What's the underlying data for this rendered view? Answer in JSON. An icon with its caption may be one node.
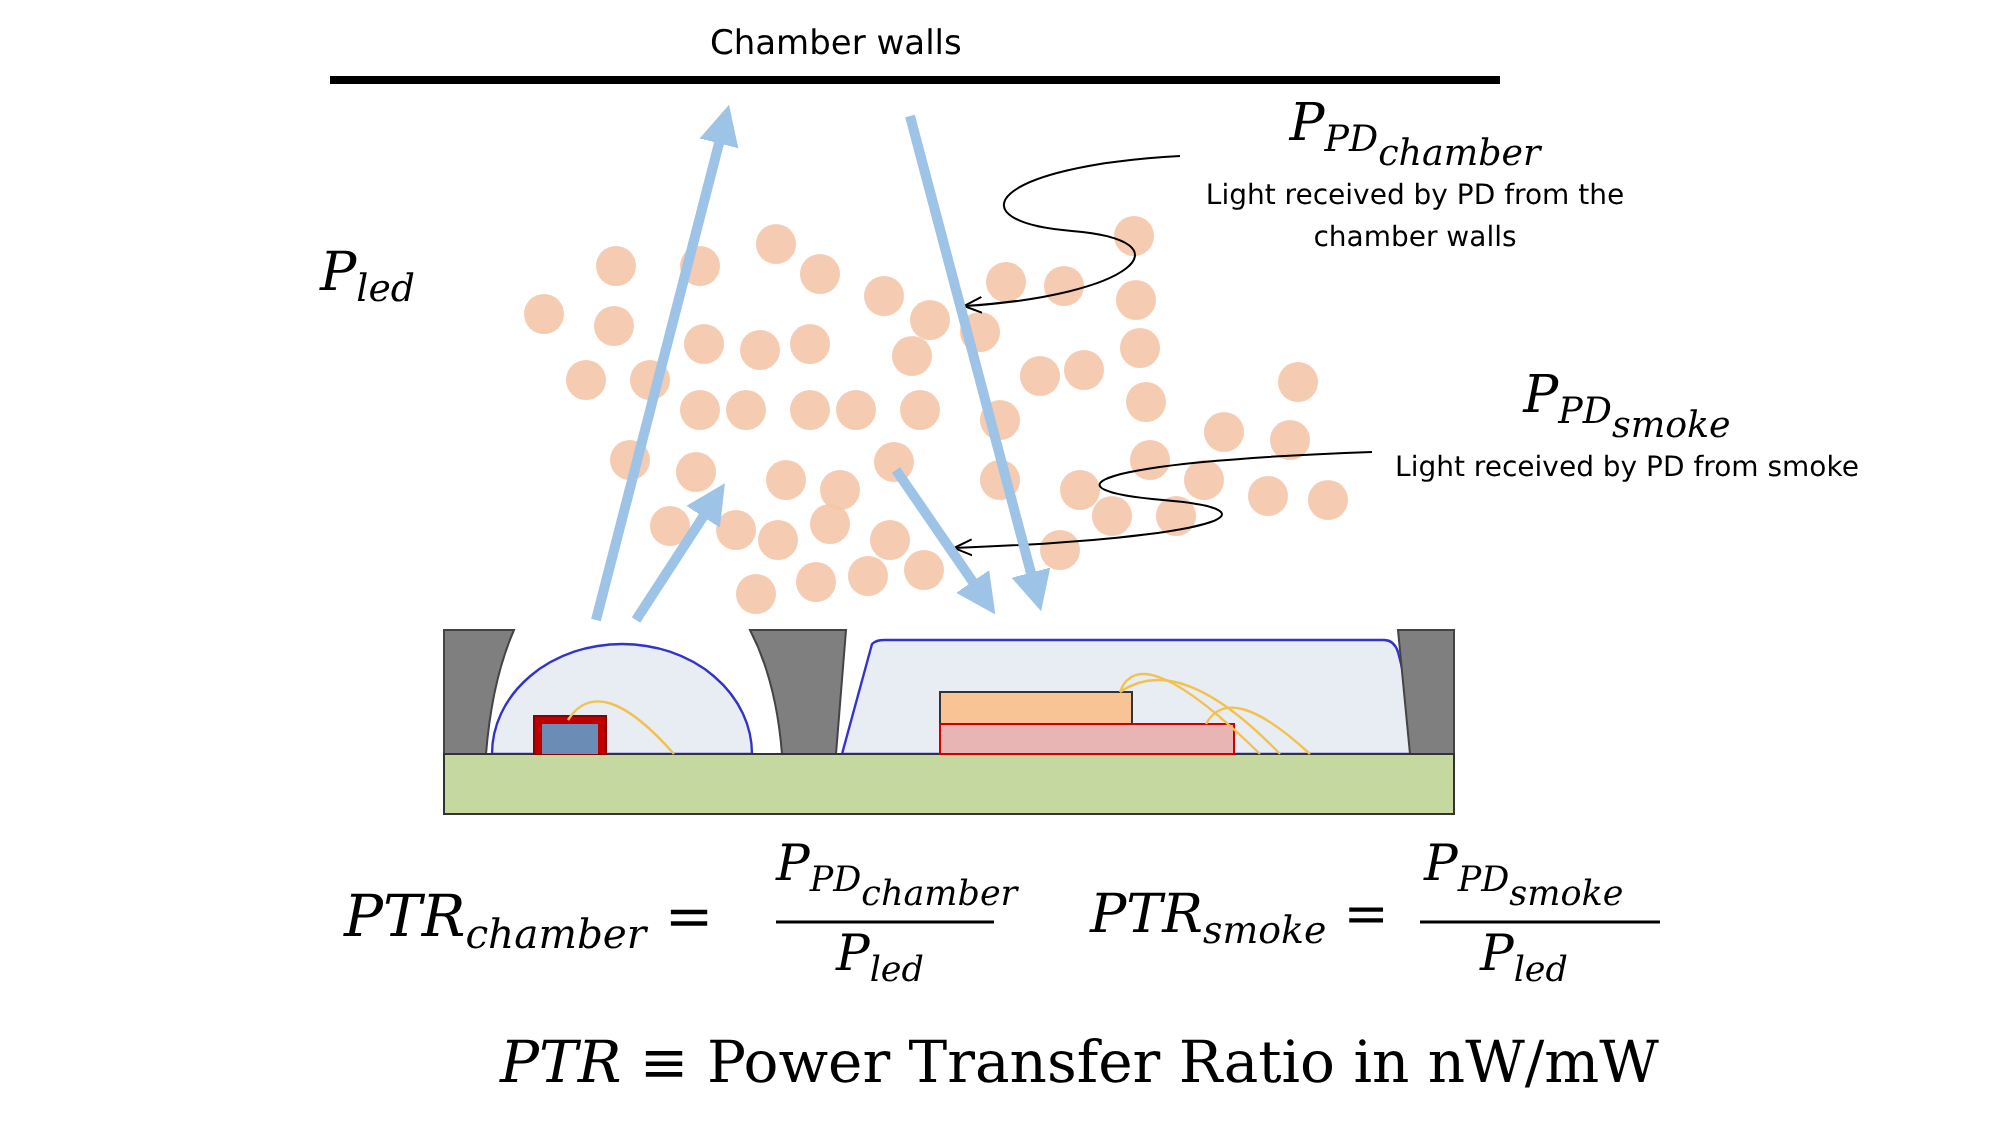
{
  "diagram": {
    "nodes": [
      {
        "text": [
          "P$_{PD}$$_{chamber}$",
          "Light received by PD from the chamber walls"
        ]
      },
      {
        "text": [],
        "shape": "line"
      },
      {
        "text": [
          "P$_{PD}$$_{smoke}$",
          "Light received by PD from smoke"
        ]
      },
      {
        "text": [],
        "shape": "line"
      }
    ],
    "edges": [
      {
        "from": 0,
        "to": 1,
        "arrow": "to"
      },
      {
        "from": 2,
        "to": 3,
        "arrow": "to"
      }
    ],
    "labels": [
      "Chamber walls",
      "P$_{led}$",
      "PTR$_{chamber}$ =",
      "P$_{PD}$$_{chamber}$",
      "P$_{led}$",
      "PTR$_{smoke}$ =",
      "P$_{PD}$$_{smoke}$",
      "P$_{led}$",
      "*PTR* ≡ Power Transfer Ratio in nW/mW"
    ]
  }
}
